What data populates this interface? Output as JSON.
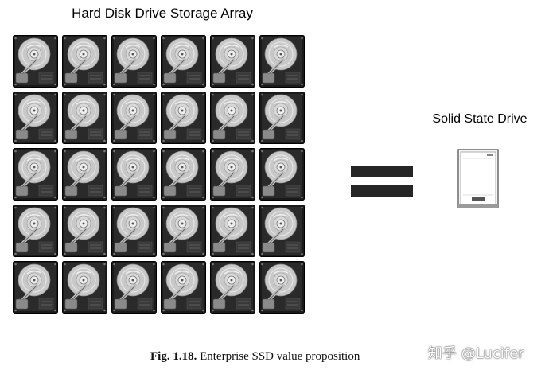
{
  "hdd_array": {
    "title": "Hard Disk Drive Storage Array",
    "rows": 5,
    "columns": 6,
    "drive_icon": "hard-disk-drive-icon"
  },
  "equals": {
    "icon": "equals-icon"
  },
  "ssd": {
    "title": "Solid State Drive",
    "icon": "ssd-icon"
  },
  "caption": {
    "label": "Fig. 1.18.",
    "text": "Enterprise SSD value proposition"
  },
  "watermark": {
    "text": "知乎 @Lucifer"
  },
  "colors": {
    "drive_body": "#1a1a1a",
    "platter": "#c8c8c8",
    "equals_bar": "#262626"
  }
}
